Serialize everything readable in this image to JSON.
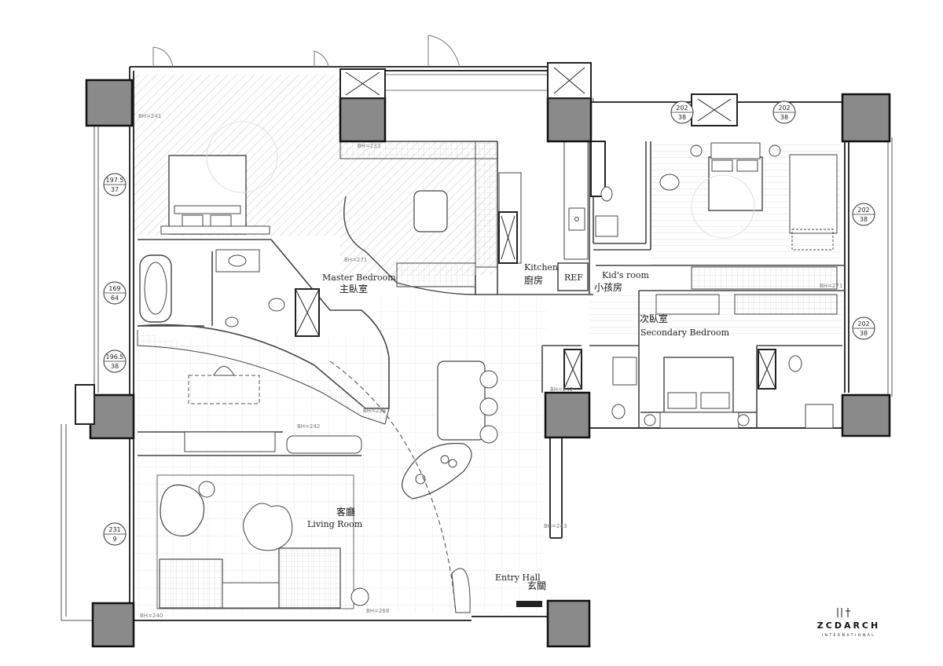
{
  "labels": {
    "master_bedroom_en": "Master Bedroom",
    "master_bedroom_zh": "主臥室",
    "kitchen_en": "Kitchen",
    "kitchen_zh": "廚房",
    "ref": "REF",
    "kids_room_en": "Kid's room",
    "kids_room_zh": "小孩房",
    "secondary_bedroom_zh": "次臥室",
    "secondary_bedroom_en": "Secondary Bedroom",
    "living_room_zh": "客廳",
    "living_room_en": "Living Room",
    "entry_hall_en": "Entry Hall",
    "entry_hall_zh": "玄關"
  },
  "window_tags": [
    {
      "top": "197.5",
      "bottom": "37"
    },
    {
      "top": "169",
      "bottom": "64"
    },
    {
      "top": "196.5",
      "bottom": "38"
    },
    {
      "top": "231",
      "bottom": "9"
    },
    {
      "top": "202",
      "bottom": "38"
    },
    {
      "top": "202",
      "bottom": "38"
    },
    {
      "top": "202",
      "bottom": "38"
    },
    {
      "top": "202",
      "bottom": "38"
    }
  ],
  "ceiling_heights": [
    "BH=241",
    "BH=233",
    "BH=271",
    "BH=242",
    "BH=254",
    "BH=268",
    "BH=240",
    "BH=242",
    "BH=243",
    "BH=271"
  ],
  "logo": {
    "name": "ZCDARCH",
    "sub": "INTERNATIONAL"
  },
  "colors": {
    "column_fill": "#8a8a8a",
    "wall": "#333333",
    "hatch": "#bdbdbd"
  }
}
